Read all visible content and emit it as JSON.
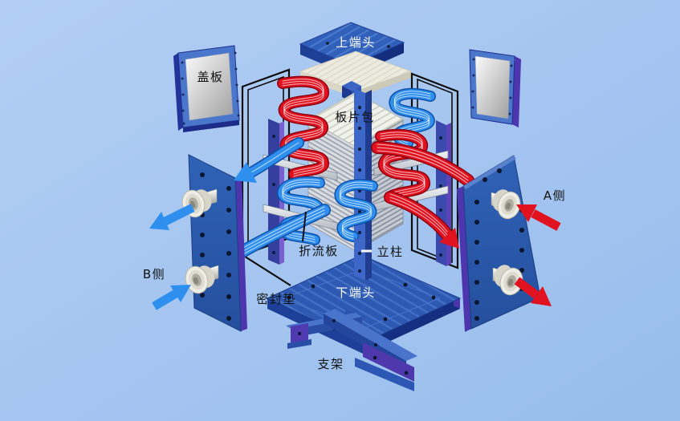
{
  "diagram": {
    "labels": {
      "top_head": "上端头",
      "cover_plate": "盖板",
      "plate_pack": "板片包",
      "side_a": "A侧",
      "side_b": "B侧",
      "baffle_plate": "折流板",
      "column": "立柱",
      "gasket": "密封垫",
      "bottom_head": "下端头",
      "bracket": "支架"
    },
    "flows": {
      "hot_flow_color": "#e1121f",
      "cold_flow_color": "#2f8fee"
    },
    "colors": {
      "background": "#a8c8f0",
      "structure_blue": "#2c5cae",
      "accent_purple": "#4d35ae",
      "plate_silver": "#d6dade",
      "outline_black": "#111111"
    }
  }
}
